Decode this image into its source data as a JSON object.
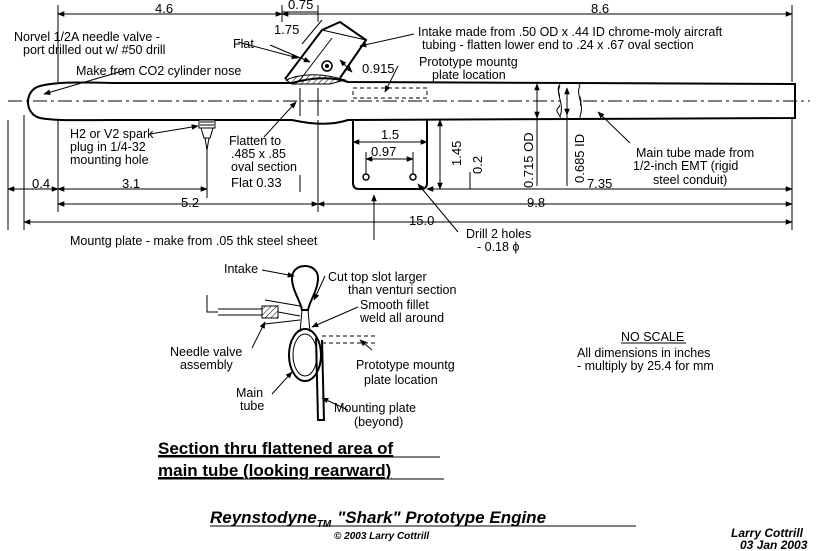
{
  "title": {
    "main": "Reynstodyne",
    "tm": "TM",
    "rest": "\"Shark\" Prototype Engine",
    "copyright": "© 2003 Larry Cottrill"
  },
  "author": {
    "name": "Larry Cottrill",
    "date": "03 Jan 2003"
  },
  "notes": {
    "no_scale": "NO SCALE",
    "units_line1": "All dimensions in inches",
    "units_line2": "- multiply by 25.4 for mm"
  },
  "dimensions": {
    "d4_6": "4.6",
    "d0_75": "0.75",
    "d8_6": "8.6",
    "d1_75": "1.75",
    "d0_915": "0.915",
    "d1_5": "1.5",
    "d0_97": "0.97",
    "d1_45": "1.45",
    "d0_2": "0.2",
    "d0_715": "0.715 OD",
    "d0_685": "0.685 ID",
    "d0_4": "0.4",
    "d3_1": "3.1",
    "d7_35": "7.35",
    "d5_2": "5.2",
    "d9_8": "9.8",
    "d15_0": "15.0",
    "flat_033": "Flat 0.33"
  },
  "callouts": {
    "needle_valve": [
      "Norvel 1/2A needle valve -",
      "port drilled out w/ #50 drill"
    ],
    "flat": "Flat",
    "intake": [
      "Intake made from .50 OD x .44 ID chrome-moly aircraft",
      "tubing - flatten lower end to .24 x .67 oval section"
    ],
    "co2": "Make from CO2 cylinder nose",
    "proto_plate": [
      "Prototype mountg",
      "plate location"
    ],
    "spark_plug": [
      "H2 or V2 spark",
      "plug in 1/4-32",
      "mounting hole"
    ],
    "flatten": [
      "Flatten to",
      ".485 x .85",
      "oval section"
    ],
    "main_tube": [
      "Main tube made from",
      "1/2-inch EMT (rigid",
      "steel conduit)"
    ],
    "mountg_plate": "Mountg plate - make from .05 thk steel sheet",
    "drill": [
      "Drill 2 holes",
      "- 0.18 ϕ"
    ]
  },
  "section": {
    "intake": "Intake",
    "cut_top": [
      "Cut top slot larger",
      "than venturi section"
    ],
    "fillet": [
      "Smooth fillet",
      "weld all around"
    ],
    "needle_asm": [
      "Needle valve",
      "assembly"
    ],
    "proto_plate": [
      "Prototype mountg",
      "plate location"
    ],
    "main_tube": [
      "Main",
      "tube"
    ],
    "mount_plate": [
      "Mounting plate",
      "(beyond)"
    ],
    "caption1": "Section thru flattened area of",
    "caption2": "main tube (looking rearward)"
  }
}
